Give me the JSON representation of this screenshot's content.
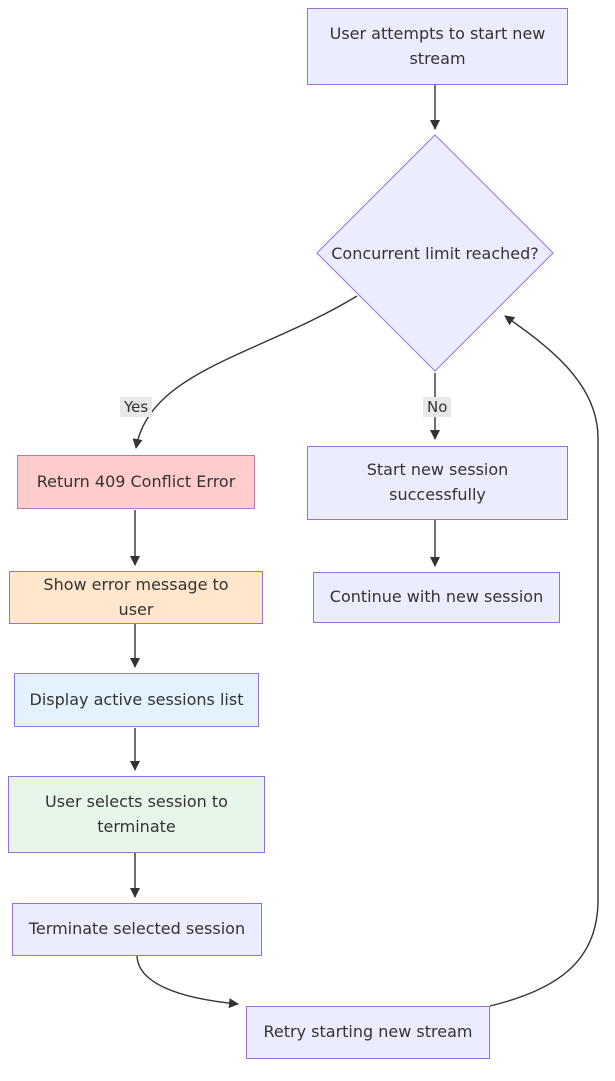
{
  "diagram": {
    "background": "#ffffff",
    "line_color": "#333333",
    "text_color": "#333333",
    "edge_label_background": "#e8e8e8",
    "default_fill": "#ececff",
    "default_border": "#9370db",
    "nodes": {
      "start": {
        "label": "User attempts to start new stream",
        "fill": "#ececff",
        "border": "#9370db"
      },
      "decision": {
        "label": "Concurrent limit reached?",
        "fill": "#ececff",
        "border": "#9370db"
      },
      "conflict_409": {
        "label": "Return 409 Conflict Error",
        "fill": "#ffcccc",
        "border": "#b37db3"
      },
      "show_error": {
        "label": "Show error message to user",
        "fill": "#ffe6cc",
        "border": "#9370db"
      },
      "display_sessions": {
        "label": "Display active sessions list",
        "fill": "#e3f2fd",
        "border": "#9370db"
      },
      "select_session": {
        "label": "User selects session to terminate",
        "fill": "#e8f5e9",
        "border": "#9370db"
      },
      "terminate_session": {
        "label": "Terminate selected session",
        "fill": "#ececff",
        "border": "#9370db"
      },
      "start_session": {
        "label": "Start new session successfully",
        "fill": "#ececff",
        "border": "#9370db"
      },
      "continue_session": {
        "label": "Continue with new session",
        "fill": "#ececff",
        "border": "#9370db"
      },
      "retry_stream": {
        "label": "Retry starting new stream",
        "fill": "#ececff",
        "border": "#9370db"
      }
    },
    "edge_labels": {
      "yes": "Yes",
      "no": "No"
    }
  }
}
